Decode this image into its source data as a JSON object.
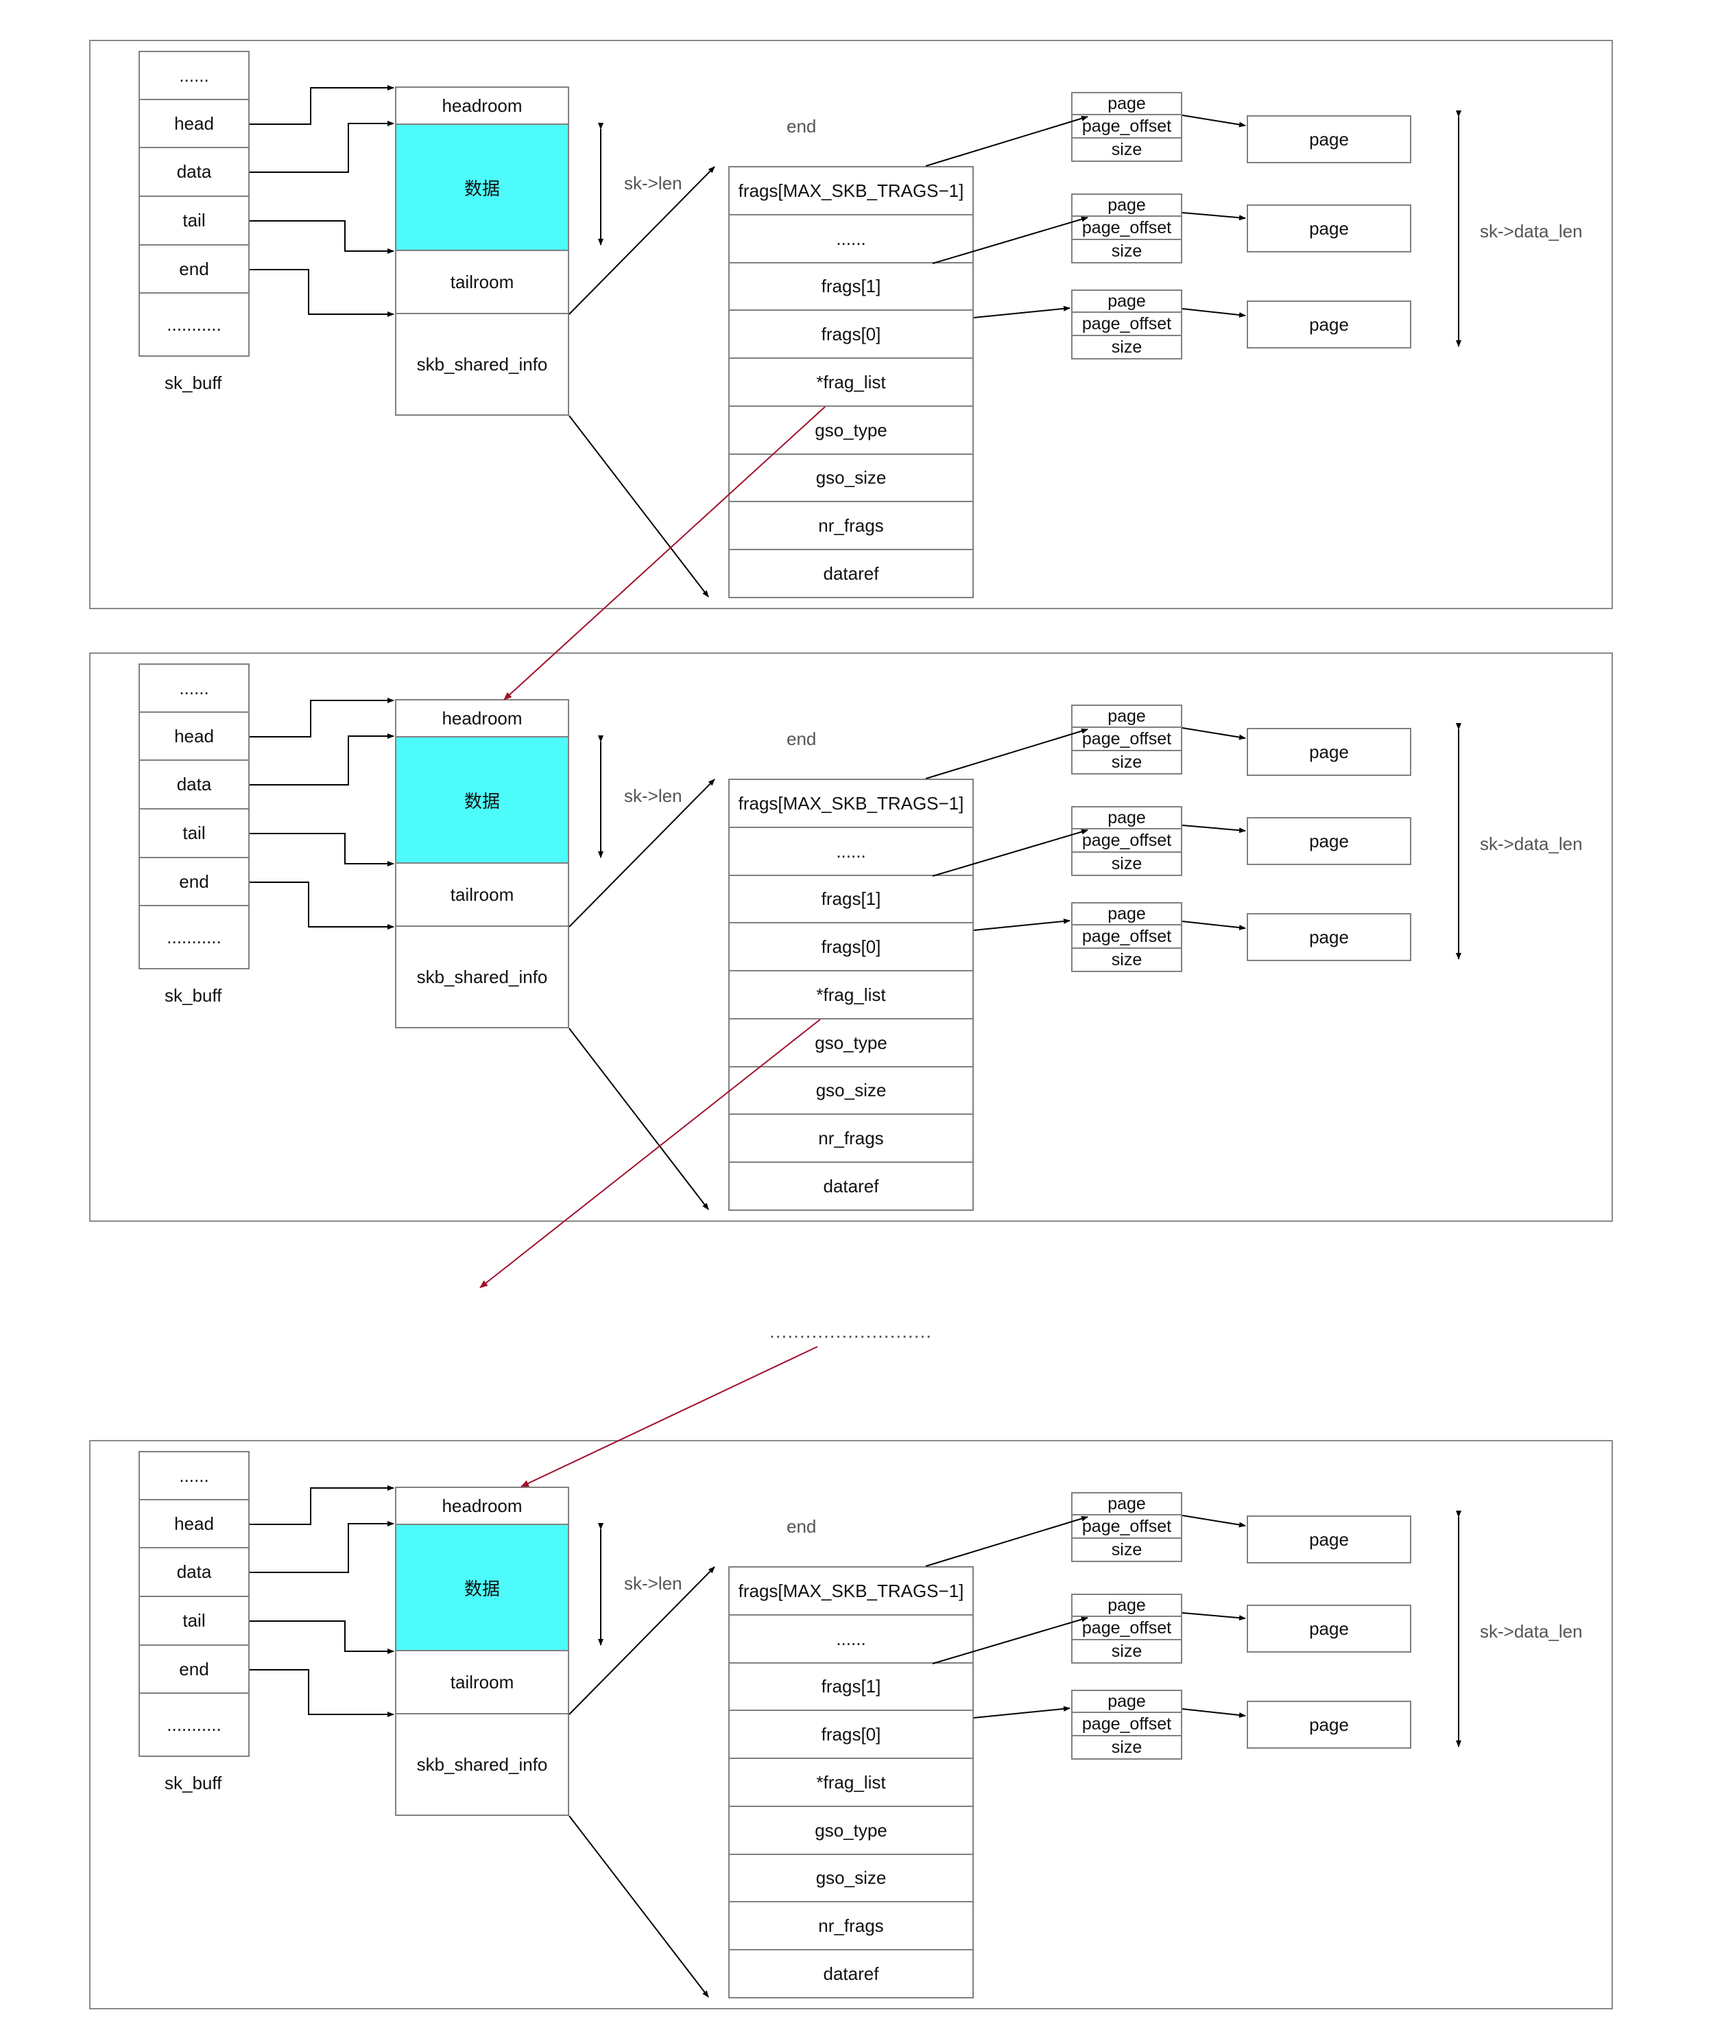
{
  "sk_buff": {
    "rows": [
      "......",
      "head",
      "data",
      "tail",
      "end",
      "..........."
    ],
    "caption": "sk_buff"
  },
  "linear_buffer": {
    "headroom": "headroom",
    "data": "数据",
    "tailroom": "tailroom",
    "shared_info": "skb_shared_info",
    "data_color": "#4dfbfb"
  },
  "labels": {
    "end": "end",
    "sk_len": "sk->len",
    "sk_data_len": "sk->data_len"
  },
  "shared_info_fields": [
    "frags[MAX_SKB_TRAGS−1]",
    "......",
    "frags[1]",
    "frags[0]",
    "*frag_list",
    "gso_type",
    "gso_size",
    "nr_frags",
    "dataref"
  ],
  "frag_struct": [
    "page",
    "page_offset",
    "size"
  ],
  "page_box": "page",
  "separator": "...........................",
  "colors": {
    "arrow": "#000000",
    "frag_list_arrow": "#a0102a",
    "border": "#808080"
  }
}
